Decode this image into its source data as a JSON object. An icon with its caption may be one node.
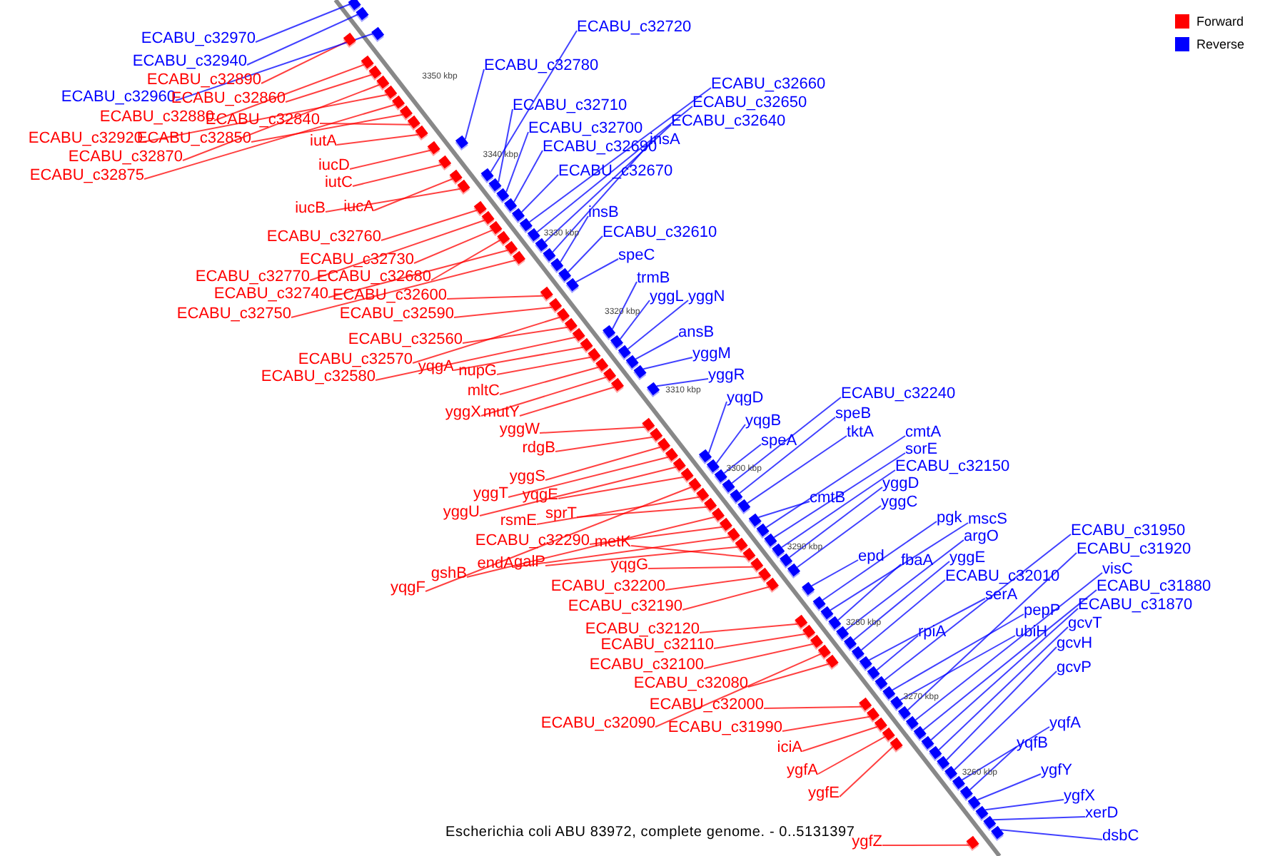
{
  "diagram": {
    "caption": "Escherichia coli ABU 83972, complete genome. - 0..5131397",
    "nodes": [
      {
        "text": [
          "ECABU_c32970"
        ]
      },
      {
        "text": [
          "ECABU_c32940"
        ]
      },
      {
        "text": [
          "ECABU_c32890"
        ]
      },
      {
        "text": [
          "ECABU_c32960"
        ]
      },
      {
        "text": [
          "ECABU_c32860"
        ]
      },
      {
        "text": [
          "ECABU_c32880"
        ]
      },
      {
        "text": [
          "ECABU_c32840"
        ]
      },
      {
        "text": [
          "ECABU_c32920"
        ]
      },
      {
        "text": [
          "ECABU_c32850"
        ]
      },
      {
        "text": [
          "ECABU_c32870"
        ]
      },
      {
        "text": [
          "ECABU_c32875"
        ]
      },
      {
        "text": [
          "iutA"
        ]
      },
      {
        "text": [
          "iucD"
        ]
      },
      {
        "text": [
          "iutC"
        ]
      },
      {
        "text": [
          "iucB"
        ]
      },
      {
        "text": [
          "iucA"
        ]
      },
      {
        "text": [
          "ECABU_c32760"
        ]
      },
      {
        "text": [
          "ECABU_c32730"
        ]
      },
      {
        "text": [
          "ECABU_c32770"
        ]
      },
      {
        "text": [
          "ECABU_c32680"
        ]
      },
      {
        "text": [
          "ECABU_c32740"
        ]
      },
      {
        "text": [
          "ECABU_c32600"
        ]
      },
      {
        "text": [
          "ECABU_c32750"
        ]
      },
      {
        "text": [
          "ECABU_c32590"
        ]
      },
      {
        "text": [
          "ECABU_c32560"
        ]
      },
      {
        "text": [
          "ECABU_c32570"
        ]
      },
      {
        "text": [
          "ECABU_c32580"
        ]
      },
      {
        "text": [
          "yqgA"
        ]
      },
      {
        "text": [
          "nupG"
        ]
      },
      {
        "text": [
          "mltC"
        ]
      },
      {
        "text": [
          "yggX"
        ]
      },
      {
        "text": [
          "mutY"
        ]
      },
      {
        "text": [
          "yggW"
        ]
      },
      {
        "text": [
          "rdgB"
        ]
      },
      {
        "text": [
          "yggS"
        ]
      },
      {
        "text": [
          "yggT"
        ]
      },
      {
        "text": [
          "yqgE"
        ]
      },
      {
        "text": [
          "yggU"
        ]
      },
      {
        "text": [
          "rsmE"
        ]
      },
      {
        "text": [
          "sprT"
        ]
      },
      {
        "text": [
          "ECABU_c32290"
        ]
      },
      {
        "text": [
          "metK"
        ]
      },
      {
        "text": [
          "endA"
        ]
      },
      {
        "text": [
          "galP"
        ]
      },
      {
        "text": [
          "gshB"
        ]
      },
      {
        "text": [
          "yqgF"
        ]
      },
      {
        "text": [
          "yqgG"
        ]
      },
      {
        "text": [
          "ECABU_c32200"
        ]
      },
      {
        "text": [
          "ECABU_c32190"
        ]
      },
      {
        "text": [
          "ECABU_c32120"
        ]
      },
      {
        "text": [
          "ECABU_c32110"
        ]
      },
      {
        "text": [
          "ECABU_c32100"
        ]
      },
      {
        "text": [
          "ECABU_c32080"
        ]
      },
      {
        "text": [
          "ECABU_c32000"
        ]
      },
      {
        "text": [
          "ECABU_c32090"
        ]
      },
      {
        "text": [
          "ECABU_c31990"
        ]
      },
      {
        "text": [
          "iciA"
        ]
      },
      {
        "text": [
          "ygfA"
        ]
      },
      {
        "text": [
          "ygfE"
        ]
      },
      {
        "text": [
          "ygfZ"
        ]
      },
      {
        "text": [
          "ECABU_c32720"
        ]
      },
      {
        "text": [
          "ECABU_c32780"
        ]
      },
      {
        "text": [
          "ECABU_c32710"
        ]
      },
      {
        "text": [
          "ECABU_c32700"
        ]
      },
      {
        "text": [
          "ECABU_c32690"
        ]
      },
      {
        "text": [
          "ECABU_c32670"
        ]
      },
      {
        "text": [
          "ECABU_c32660"
        ]
      },
      {
        "text": [
          "ECABU_c32650"
        ]
      },
      {
        "text": [
          "ECABU_c32640"
        ]
      },
      {
        "text": [
          "insA"
        ]
      },
      {
        "text": [
          "insB"
        ]
      },
      {
        "text": [
          "ECABU_c32610"
        ]
      },
      {
        "text": [
          "speC"
        ]
      },
      {
        "text": [
          "trmB"
        ]
      },
      {
        "text": [
          "yggL"
        ]
      },
      {
        "text": [
          "yggN"
        ]
      },
      {
        "text": [
          "ansB"
        ]
      },
      {
        "text": [
          "yggM"
        ]
      },
      {
        "text": [
          "yggR"
        ]
      },
      {
        "text": [
          "yqgD"
        ]
      },
      {
        "text": [
          "yqgB"
        ]
      },
      {
        "text": [
          "speA"
        ]
      },
      {
        "text": [
          "ECABU_c32240"
        ]
      },
      {
        "text": [
          "speB"
        ]
      },
      {
        "text": [
          "tktA"
        ]
      },
      {
        "text": [
          "cmtA"
        ]
      },
      {
        "text": [
          "sorE"
        ]
      },
      {
        "text": [
          "ECABU_c32150"
        ]
      },
      {
        "text": [
          "cmtB"
        ]
      },
      {
        "text": [
          "yggD"
        ]
      },
      {
        "text": [
          "yggC"
        ]
      },
      {
        "text": [
          "epd"
        ]
      },
      {
        "text": [
          "pgk"
        ]
      },
      {
        "text": [
          "mscS"
        ]
      },
      {
        "text": [
          "argO"
        ]
      },
      {
        "text": [
          "fbaA"
        ]
      },
      {
        "text": [
          "yggE"
        ]
      },
      {
        "text": [
          "ECABU_c32010"
        ]
      },
      {
        "text": [
          "serA"
        ]
      },
      {
        "text": [
          "rpiA"
        ]
      },
      {
        "text": [
          "pepP"
        ]
      },
      {
        "text": [
          "ubiH"
        ]
      },
      {
        "text": [
          "ECABU_c31950"
        ]
      },
      {
        "text": [
          "ECABU_c31920"
        ]
      },
      {
        "text": [
          "visC"
        ]
      },
      {
        "text": [
          "ECABU_c31880"
        ]
      },
      {
        "text": [
          "ECABU_c31870"
        ]
      },
      {
        "text": [
          "gcvT"
        ]
      },
      {
        "text": [
          "gcvH"
        ]
      },
      {
        "text": [
          "gcvP"
        ]
      },
      {
        "text": [
          "yqfA"
        ]
      },
      {
        "text": [
          "yqfB"
        ]
      },
      {
        "text": [
          "ygfY"
        ]
      },
      {
        "text": [
          "ygfX"
        ]
      },
      {
        "text": [
          "xerD"
        ]
      },
      {
        "text": [
          "dsbC"
        ]
      },
      {
        "text": [],
        "shape": "bar"
      },
      {
        "text": [],
        "shape": "bar"
      },
      {
        "text": [],
        "shape": "bar"
      },
      {
        "text": [],
        "shape": "bar"
      },
      {
        "text": [],
        "shape": "bar"
      },
      {
        "text": [],
        "shape": "bar"
      },
      {
        "text": [],
        "shape": "bar"
      },
      {
        "text": [],
        "shape": "bar"
      },
      {
        "text": [],
        "shape": "bar"
      },
      {
        "text": [],
        "shape": "bar"
      },
      {
        "text": [],
        "shape": "bar"
      },
      {
        "text": [],
        "shape": "bar"
      },
      {
        "text": [],
        "shape": "bar"
      },
      {
        "text": [],
        "shape": "bar"
      },
      {
        "text": [],
        "shape": "bar"
      },
      {
        "text": [],
        "shape": "bar"
      },
      {
        "text": [],
        "shape": "bar"
      },
      {
        "text": [],
        "shape": "bar"
      },
      {
        "text": [],
        "shape": "bar"
      },
      {
        "text": [],
        "shape": "bar"
      },
      {
        "text": [],
        "shape": "bar"
      },
      {
        "text": [],
        "shape": "bar"
      },
      {
        "text": [],
        "shape": "bar"
      },
      {
        "text": [],
        "shape": "bar"
      },
      {
        "text": [],
        "shape": "bar"
      },
      {
        "text": [],
        "shape": "bar"
      },
      {
        "text": [],
        "shape": "bar"
      },
      {
        "text": [],
        "shape": "bar"
      },
      {
        "text": [],
        "shape": "bar"
      },
      {
        "text": [],
        "shape": "bar"
      },
      {
        "text": [],
        "shape": "bar"
      },
      {
        "text": [],
        "shape": "bar"
      },
      {
        "text": [],
        "shape": "bar"
      },
      {
        "text": [],
        "shape": "bar"
      },
      {
        "text": [],
        "shape": "bar"
      },
      {
        "text": [],
        "shape": "bar"
      },
      {
        "text": [],
        "shape": "bar"
      },
      {
        "text": [],
        "shape": "bar"
      },
      {
        "text": [],
        "shape": "bar"
      },
      {
        "text": [],
        "shape": "bar"
      },
      {
        "text": [],
        "shape": "bar"
      },
      {
        "text": [],
        "shape": "bar"
      },
      {
        "text": [],
        "shape": "bar"
      },
      {
        "text": [],
        "shape": "bar"
      },
      {
        "text": [],
        "shape": "bar"
      },
      {
        "text": [],
        "shape": "bar"
      },
      {
        "text": [],
        "shape": "bar"
      },
      {
        "text": [],
        "shape": "bar"
      },
      {
        "text": [],
        "shape": "bar"
      },
      {
        "text": [],
        "shape": "bar"
      },
      {
        "text": [],
        "shape": "bar"
      },
      {
        "text": [],
        "shape": "bar"
      },
      {
        "text": [],
        "shape": "bar"
      },
      {
        "text": [],
        "shape": "bar"
      },
      {
        "text": [],
        "shape": "bar"
      },
      {
        "text": [],
        "shape": "bar"
      },
      {
        "text": [],
        "shape": "bar"
      },
      {
        "text": [],
        "shape": "bar"
      },
      {
        "text": [],
        "shape": "bar"
      },
      {
        "text": [],
        "shape": "bar"
      },
      {
        "text": [],
        "shape": "bar"
      },
      {
        "text": [],
        "shape": "bar"
      },
      {
        "text": [],
        "shape": "bar"
      },
      {
        "text": [],
        "shape": "bar"
      },
      {
        "text": [],
        "shape": "bar"
      },
      {
        "text": [],
        "shape": "bar"
      },
      {
        "text": [],
        "shape": "bar"
      },
      {
        "text": [],
        "shape": "bar"
      },
      {
        "text": [],
        "shape": "bar"
      },
      {
        "text": [],
        "shape": "bar"
      },
      {
        "text": [],
        "shape": "bar"
      },
      {
        "text": [],
        "shape": "bar"
      },
      {
        "text": [],
        "shape": "bar"
      },
      {
        "text": [],
        "shape": "bar"
      },
      {
        "text": [],
        "shape": "bar"
      },
      {
        "text": [],
        "shape": "bar"
      },
      {
        "text": [],
        "shape": "bar"
      },
      {
        "text": [],
        "shape": "bar"
      },
      {
        "text": [],
        "shape": "bar"
      },
      {
        "text": [],
        "shape": "bar"
      },
      {
        "text": [],
        "shape": "bar"
      },
      {
        "text": [],
        "shape": "bar"
      },
      {
        "text": [],
        "shape": "bar"
      },
      {
        "text": [],
        "shape": "bar"
      },
      {
        "text": [],
        "shape": "bar"
      },
      {
        "text": [],
        "shape": "bar"
      },
      {
        "text": [],
        "shape": "bar"
      },
      {
        "text": [],
        "shape": "bar"
      },
      {
        "text": [],
        "shape": "bar"
      },
      {
        "text": [],
        "shape": "bar"
      },
      {
        "text": [],
        "shape": "bar"
      },
      {
        "text": [],
        "shape": "bar"
      },
      {
        "text": [],
        "shape": "bar"
      },
      {
        "text": [],
        "shape": "bar"
      },
      {
        "text": [],
        "shape": "bar"
      },
      {
        "text": [],
        "shape": "bar"
      },
      {
        "text": [],
        "shape": "bar"
      },
      {
        "text": [],
        "shape": "bar"
      },
      {
        "text": [],
        "shape": "bar"
      },
      {
        "text": [],
        "shape": "bar"
      },
      {
        "text": [],
        "shape": "bar"
      },
      {
        "text": [],
        "shape": "bar"
      },
      {
        "text": [],
        "shape": "bar"
      },
      {
        "text": [],
        "shape": "bar"
      },
      {
        "text": [],
        "shape": "bar"
      },
      {
        "text": [],
        "shape": "bar"
      },
      {
        "text": [],
        "shape": "bar"
      },
      {
        "text": [],
        "shape": "bar"
      },
      {
        "text": [],
        "shape": "bar"
      },
      {
        "text": [],
        "shape": "bar"
      },
      {
        "text": [],
        "shape": "bar"
      },
      {
        "text": [],
        "shape": "bar"
      },
      {
        "text": [],
        "shape": "bar"
      },
      {
        "text": [],
        "shape": "bar"
      },
      {
        "text": [],
        "shape": "bar"
      },
      {
        "text": [],
        "shape": "bar"
      }
    ],
    "edges": [
      {
        "from": 0,
        "to": 116,
        "arrow": "none",
        "color": "#0000ff"
      },
      {
        "from": 1,
        "to": 117,
        "arrow": "none",
        "color": "#0000ff"
      },
      {
        "from": 2,
        "to": 118,
        "arrow": "none",
        "color": "#ff0000"
      },
      {
        "from": 3,
        "to": 119,
        "arrow": "none",
        "color": "#0000ff"
      },
      {
        "from": 4,
        "to": 120,
        "arrow": "none",
        "color": "#ff0000"
      },
      {
        "from": 5,
        "to": 121,
        "arrow": "none",
        "color": "#ff0000"
      },
      {
        "from": 6,
        "to": 122,
        "arrow": "none",
        "color": "#ff0000"
      },
      {
        "from": 7,
        "to": 123,
        "arrow": "none",
        "color": "#ff0000"
      },
      {
        "from": 8,
        "to": 124,
        "arrow": "none",
        "color": "#ff0000"
      },
      {
        "from": 9,
        "to": 125,
        "arrow": "none",
        "color": "#ff0000"
      },
      {
        "from": 10,
        "to": 126,
        "arrow": "none",
        "color": "#ff0000"
      },
      {
        "from": 11,
        "to": 127,
        "arrow": "none",
        "color": "#ff0000"
      },
      {
        "from": 12,
        "to": 128,
        "arrow": "none",
        "color": "#ff0000"
      },
      {
        "from": 13,
        "to": 129,
        "arrow": "none",
        "color": "#ff0000"
      },
      {
        "from": 14,
        "to": 130,
        "arrow": "none",
        "color": "#ff0000"
      },
      {
        "from": 15,
        "to": 131,
        "arrow": "none",
        "color": "#ff0000"
      },
      {
        "from": 16,
        "to": 132,
        "arrow": "none",
        "color": "#ff0000"
      },
      {
        "from": 17,
        "to": 133,
        "arrow": "none",
        "color": "#ff0000"
      },
      {
        "from": 18,
        "to": 134,
        "arrow": "none",
        "color": "#ff0000"
      },
      {
        "from": 19,
        "to": 135,
        "arrow": "none",
        "color": "#ff0000"
      },
      {
        "from": 20,
        "to": 136,
        "arrow": "none",
        "color": "#ff0000"
      },
      {
        "from": 21,
        "to": 137,
        "arrow": "none",
        "color": "#ff0000"
      },
      {
        "from": 22,
        "to": 138,
        "arrow": "none",
        "color": "#ff0000"
      },
      {
        "from": 23,
        "to": 139,
        "arrow": "none",
        "color": "#ff0000"
      },
      {
        "from": 24,
        "to": 140,
        "arrow": "none",
        "color": "#ff0000"
      },
      {
        "from": 25,
        "to": 141,
        "arrow": "none",
        "color": "#ff0000"
      },
      {
        "from": 26,
        "to": 142,
        "arrow": "none",
        "color": "#ff0000"
      },
      {
        "from": 27,
        "to": 143,
        "arrow": "none",
        "color": "#ff0000"
      },
      {
        "from": 28,
        "to": 144,
        "arrow": "none",
        "color": "#ff0000"
      },
      {
        "from": 29,
        "to": 145,
        "arrow": "none",
        "color": "#ff0000"
      },
      {
        "from": 30,
        "to": 146,
        "arrow": "none",
        "color": "#ff0000"
      },
      {
        "from": 31,
        "to": 147,
        "arrow": "none",
        "color": "#ff0000"
      },
      {
        "from": 32,
        "to": 148,
        "arrow": "none",
        "color": "#ff0000"
      },
      {
        "from": 33,
        "to": 149,
        "arrow": "none",
        "color": "#ff0000"
      },
      {
        "from": 34,
        "to": 150,
        "arrow": "none",
        "color": "#ff0000"
      },
      {
        "from": 35,
        "to": 151,
        "arrow": "none",
        "color": "#ff0000"
      },
      {
        "from": 36,
        "to": 152,
        "arrow": "none",
        "color": "#ff0000"
      },
      {
        "from": 37,
        "to": 153,
        "arrow": "none",
        "color": "#ff0000"
      },
      {
        "from": 38,
        "to": 154,
        "arrow": "none",
        "color": "#ff0000"
      },
      {
        "from": 39,
        "to": 155,
        "arrow": "none",
        "color": "#ff0000"
      },
      {
        "from": 40,
        "to": 156,
        "arrow": "none",
        "color": "#ff0000"
      },
      {
        "from": 41,
        "to": 157,
        "arrow": "none",
        "color": "#ff0000"
      },
      {
        "from": 42,
        "to": 158,
        "arrow": "none",
        "color": "#ff0000"
      },
      {
        "from": 43,
        "to": 159,
        "arrow": "none",
        "color": "#ff0000"
      },
      {
        "from": 44,
        "to": 160,
        "arrow": "none",
        "color": "#ff0000"
      },
      {
        "from": 45,
        "to": 161,
        "arrow": "none",
        "color": "#ff0000"
      },
      {
        "from": 46,
        "to": 162,
        "arrow": "none",
        "color": "#ff0000"
      },
      {
        "from": 47,
        "to": 163,
        "arrow": "none",
        "color": "#ff0000"
      },
      {
        "from": 48,
        "to": 164,
        "arrow": "none",
        "color": "#ff0000"
      },
      {
        "from": 49,
        "to": 165,
        "arrow": "none",
        "color": "#ff0000"
      },
      {
        "from": 50,
        "to": 166,
        "arrow": "none",
        "color": "#ff0000"
      },
      {
        "from": 51,
        "to": 167,
        "arrow": "none",
        "color": "#ff0000"
      },
      {
        "from": 52,
        "to": 168,
        "arrow": "none",
        "color": "#ff0000"
      },
      {
        "from": 53,
        "to": 169,
        "arrow": "none",
        "color": "#ff0000"
      },
      {
        "from": 54,
        "to": 170,
        "arrow": "none",
        "color": "#ff0000"
      },
      {
        "from": 55,
        "to": 171,
        "arrow": "none",
        "color": "#ff0000"
      },
      {
        "from": 56,
        "to": 172,
        "arrow": "none",
        "color": "#ff0000"
      },
      {
        "from": 57,
        "to": 173,
        "arrow": "none",
        "color": "#ff0000"
      },
      {
        "from": 58,
        "to": 174,
        "arrow": "none",
        "color": "#ff0000"
      },
      {
        "from": 59,
        "to": 175,
        "arrow": "none",
        "color": "#ff0000"
      },
      {
        "from": 60,
        "to": 176,
        "arrow": "none",
        "color": "#0000ff"
      },
      {
        "from": 61,
        "to": 177,
        "arrow": "none",
        "color": "#0000ff"
      },
      {
        "from": 62,
        "to": 178,
        "arrow": "none",
        "color": "#0000ff"
      },
      {
        "from": 63,
        "to": 179,
        "arrow": "none",
        "color": "#0000ff"
      },
      {
        "from": 64,
        "to": 180,
        "arrow": "none",
        "color": "#0000ff"
      },
      {
        "from": 65,
        "to": 181,
        "arrow": "none",
        "color": "#0000ff"
      },
      {
        "from": 66,
        "to": 182,
        "arrow": "none",
        "color": "#0000ff"
      },
      {
        "from": 67,
        "to": 183,
        "arrow": "none",
        "color": "#0000ff"
      },
      {
        "from": 68,
        "to": 184,
        "arrow": "none",
        "color": "#0000ff"
      },
      {
        "from": 69,
        "to": 185,
        "arrow": "none",
        "color": "#0000ff"
      },
      {
        "from": 70,
        "to": 186,
        "arrow": "none",
        "color": "#0000ff"
      },
      {
        "from": 71,
        "to": 187,
        "arrow": "none",
        "color": "#0000ff"
      },
      {
        "from": 72,
        "to": 188,
        "arrow": "none",
        "color": "#0000ff"
      },
      {
        "from": 73,
        "to": 189,
        "arrow": "none",
        "color": "#0000ff"
      },
      {
        "from": 74,
        "to": 190,
        "arrow": "none",
        "color": "#0000ff"
      },
      {
        "from": 75,
        "to": 191,
        "arrow": "none",
        "color": "#0000ff"
      },
      {
        "from": 76,
        "to": 192,
        "arrow": "none",
        "color": "#0000ff"
      },
      {
        "from": 77,
        "to": 193,
        "arrow": "none",
        "color": "#0000ff"
      },
      {
        "from": 78,
        "to": 194,
        "arrow": "none",
        "color": "#0000ff"
      },
      {
        "from": 79,
        "to": 195,
        "arrow": "none",
        "color": "#0000ff"
      },
      {
        "from": 80,
        "to": 196,
        "arrow": "none",
        "color": "#0000ff"
      },
      {
        "from": 81,
        "to": 197,
        "arrow": "none",
        "color": "#0000ff"
      },
      {
        "from": 82,
        "to": 198,
        "arrow": "none",
        "color": "#0000ff"
      },
      {
        "from": 83,
        "to": 199,
        "arrow": "none",
        "color": "#0000ff"
      },
      {
        "from": 84,
        "to": 200,
        "arrow": "none",
        "color": "#0000ff"
      },
      {
        "from": 85,
        "to": 201,
        "arrow": "none",
        "color": "#0000ff"
      },
      {
        "from": 86,
        "to": 202,
        "arrow": "none",
        "color": "#0000ff"
      },
      {
        "from": 87,
        "to": 203,
        "arrow": "none",
        "color": "#0000ff"
      },
      {
        "from": 88,
        "to": 204,
        "arrow": "none",
        "color": "#0000ff"
      },
      {
        "from": 89,
        "to": 205,
        "arrow": "none",
        "color": "#0000ff"
      },
      {
        "from": 90,
        "to": 206,
        "arrow": "none",
        "color": "#0000ff"
      },
      {
        "from": 91,
        "to": 207,
        "arrow": "none",
        "color": "#0000ff"
      },
      {
        "from": 92,
        "to": 208,
        "arrow": "none",
        "color": "#0000ff"
      },
      {
        "from": 93,
        "to": 209,
        "arrow": "none",
        "color": "#0000ff"
      },
      {
        "from": 94,
        "to": 210,
        "arrow": "none",
        "color": "#0000ff"
      },
      {
        "from": 95,
        "to": 211,
        "arrow": "none",
        "color": "#0000ff"
      },
      {
        "from": 96,
        "to": 212,
        "arrow": "none",
        "color": "#0000ff"
      },
      {
        "from": 97,
        "to": 213,
        "arrow": "none",
        "color": "#0000ff"
      },
      {
        "from": 98,
        "to": 214,
        "arrow": "none",
        "color": "#0000ff"
      },
      {
        "from": 99,
        "to": 215,
        "arrow": "none",
        "color": "#0000ff"
      },
      {
        "from": 100,
        "to": 216,
        "arrow": "none",
        "color": "#0000ff"
      },
      {
        "from": 101,
        "to": 217,
        "arrow": "none",
        "color": "#0000ff"
      },
      {
        "from": 102,
        "to": 218,
        "arrow": "none",
        "color": "#0000ff"
      },
      {
        "from": 103,
        "to": 219,
        "arrow": "none",
        "color": "#0000ff"
      },
      {
        "from": 104,
        "to": 220,
        "arrow": "none",
        "color": "#0000ff"
      },
      {
        "from": 105,
        "to": 221,
        "arrow": "none",
        "color": "#0000ff"
      },
      {
        "from": 106,
        "to": 222,
        "arrow": "none",
        "color": "#0000ff"
      },
      {
        "from": 107,
        "to": 223,
        "arrow": "none",
        "color": "#0000ff"
      },
      {
        "from": 108,
        "to": 224,
        "arrow": "none",
        "color": "#0000ff"
      },
      {
        "from": 109,
        "to": 225,
        "arrow": "none",
        "color": "#0000ff"
      },
      {
        "from": 110,
        "to": 226,
        "arrow": "none",
        "color": "#0000ff"
      },
      {
        "from": 111,
        "to": 227,
        "arrow": "none",
        "color": "#0000ff"
      },
      {
        "from": 112,
        "to": 228,
        "arrow": "none",
        "color": "#0000ff"
      },
      {
        "from": 113,
        "to": 229,
        "arrow": "none",
        "color": "#0000ff"
      },
      {
        "from": 114,
        "to": 230,
        "arrow": "none",
        "color": "#0000ff"
      },
      {
        "from": 115,
        "to": 231,
        "arrow": "none",
        "color": "#0000ff"
      }
    ],
    "labels": [
      "3350 kbp",
      "3340 kbp",
      "3330 kbp",
      "3320 kbp",
      "3310 kbp",
      "3300 kbp",
      "3290 kbp",
      "3280 kbp",
      "3270 kbp",
      "3260 kbp"
    ],
    "legend": [
      {
        "text": "Forward",
        "color": "#ff0000"
      },
      {
        "text": "Reverse",
        "color": "#0000ff"
      }
    ]
  }
}
